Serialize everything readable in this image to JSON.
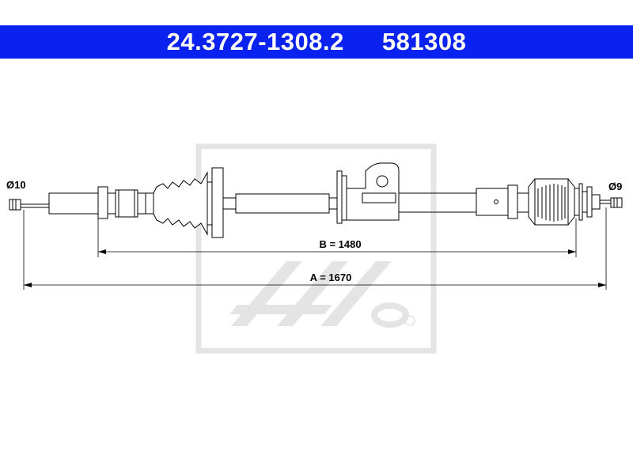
{
  "header": {
    "part_number": "24.3727-1308.2",
    "ref_number": "581308",
    "background": "#0a22f0",
    "text_color": "#ffffff"
  },
  "diagram": {
    "left_end_diameter": "Ø10",
    "right_end_diameter": "Ø9",
    "dimension_b": "B = 1480",
    "dimension_a": "A = 1670",
    "line_color": "#000000"
  },
  "watermark": {
    "brand": "Ate",
    "color": "#e4e4e4"
  }
}
